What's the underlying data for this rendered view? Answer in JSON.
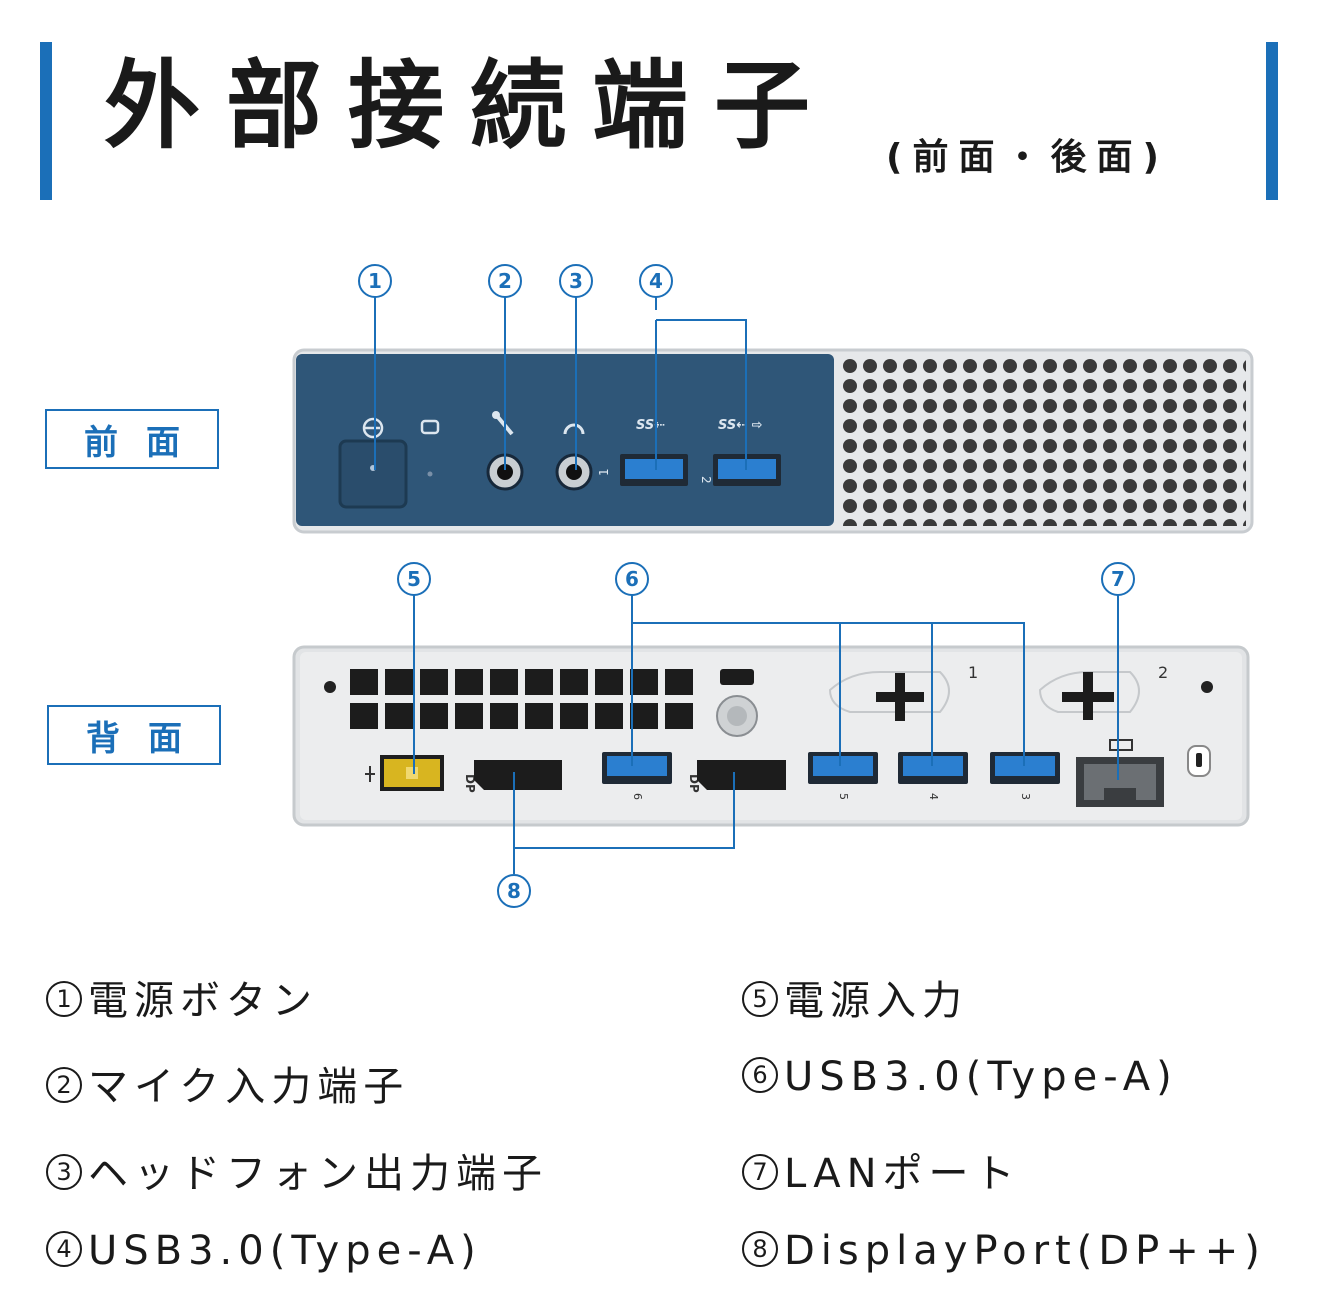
{
  "title": "外部接続端子",
  "subtitle": "(前面・後面)",
  "labels": {
    "front": "前面",
    "rear": "背面"
  },
  "markers": [
    "1",
    "2",
    "3",
    "4",
    "5",
    "6",
    "7",
    "8"
  ],
  "device_text": {
    "front_usb1": "1",
    "front_usb2": "2",
    "rear_bay1": "1",
    "rear_bay2": "2",
    "rear_usb6": "6",
    "rear_usb5": "5",
    "rear_usb4": "4",
    "rear_usb3": "3"
  },
  "legend": [
    {
      "num": "1",
      "text": "電源ボタン"
    },
    {
      "num": "2",
      "text": "マイク入力端子"
    },
    {
      "num": "3",
      "text": "ヘッドフォン出力端子"
    },
    {
      "num": "4",
      "text": "USB3.0(Type-A)"
    },
    {
      "num": "5",
      "text": "電源入力"
    },
    {
      "num": "6",
      "text": "USB3.0(Type-A)"
    },
    {
      "num": "7",
      "text": "LANポート"
    },
    {
      "num": "8",
      "text": "DisplayPort(DP++)"
    }
  ],
  "colors": {
    "accent": "#1b6fb8",
    "front_panel": "#2f5678",
    "chassis": "#e4e6e8",
    "usb_blue": "#2b7fd0",
    "power_yellow": "#d8b520"
  }
}
